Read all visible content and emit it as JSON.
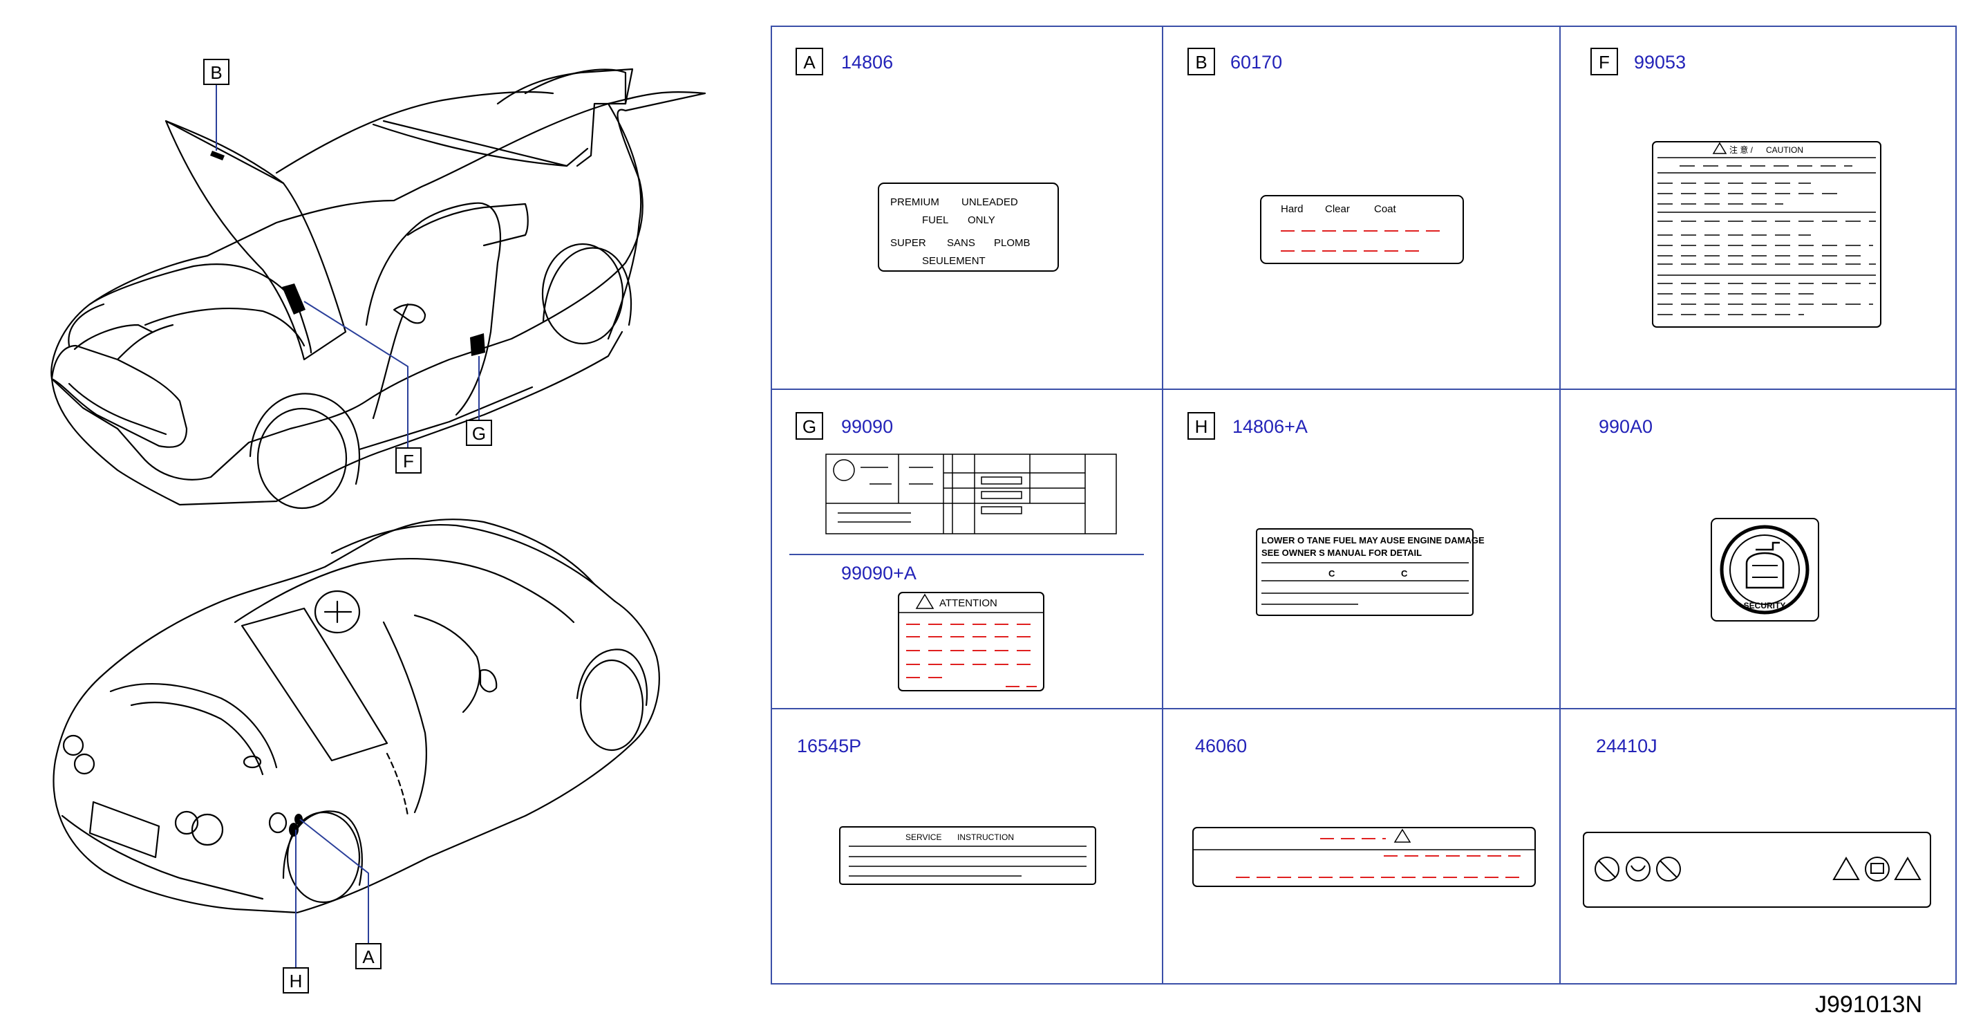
{
  "drawing_number": "J991013N",
  "callouts": {
    "car_top": [
      "B",
      "F",
      "G"
    ],
    "car_bottom": [
      "H",
      "A"
    ]
  },
  "cells": [
    {
      "letter": "A",
      "code": "14806",
      "label_lines": [
        "PREMIUM",
        "UNLEADED",
        "FUEL",
        "ONLY",
        "SUPER",
        "SANS",
        "PLOMB",
        "SEULEMENT"
      ]
    },
    {
      "letter": "B",
      "code": "60170",
      "label_lines": [
        "Hard",
        "Clear",
        "Coat"
      ]
    },
    {
      "letter": "F",
      "code": "99053",
      "label_lines": [
        "注 意 /",
        "CAUTION"
      ]
    },
    {
      "letter": "G",
      "code": "99090",
      "sub_code": "99090+A",
      "label_lines": [
        "ATTENTION"
      ]
    },
    {
      "letter": "H",
      "code": "14806+A",
      "label_lines": [
        "LOWER O   TANE FUEL MAY   AUSE ENGINE DAMAGE",
        "SEE OWNER S MANUAL FOR DETAIL",
        "C",
        "C"
      ]
    },
    {
      "letter": "",
      "code": "990A0",
      "label_lines": [
        "SECURITY"
      ]
    },
    {
      "letter": "",
      "code": "16545P",
      "label_lines": [
        "SERVICE",
        "INSTRUCTION"
      ]
    },
    {
      "letter": "",
      "code": "46060",
      "label_lines": []
    },
    {
      "letter": "",
      "code": "24410J",
      "label_lines": []
    }
  ],
  "colors": {
    "grid": "#3a4fa8",
    "code_text": "#2323b8",
    "red_dash": "#e02020",
    "callout_line": "#2a3f9a"
  }
}
